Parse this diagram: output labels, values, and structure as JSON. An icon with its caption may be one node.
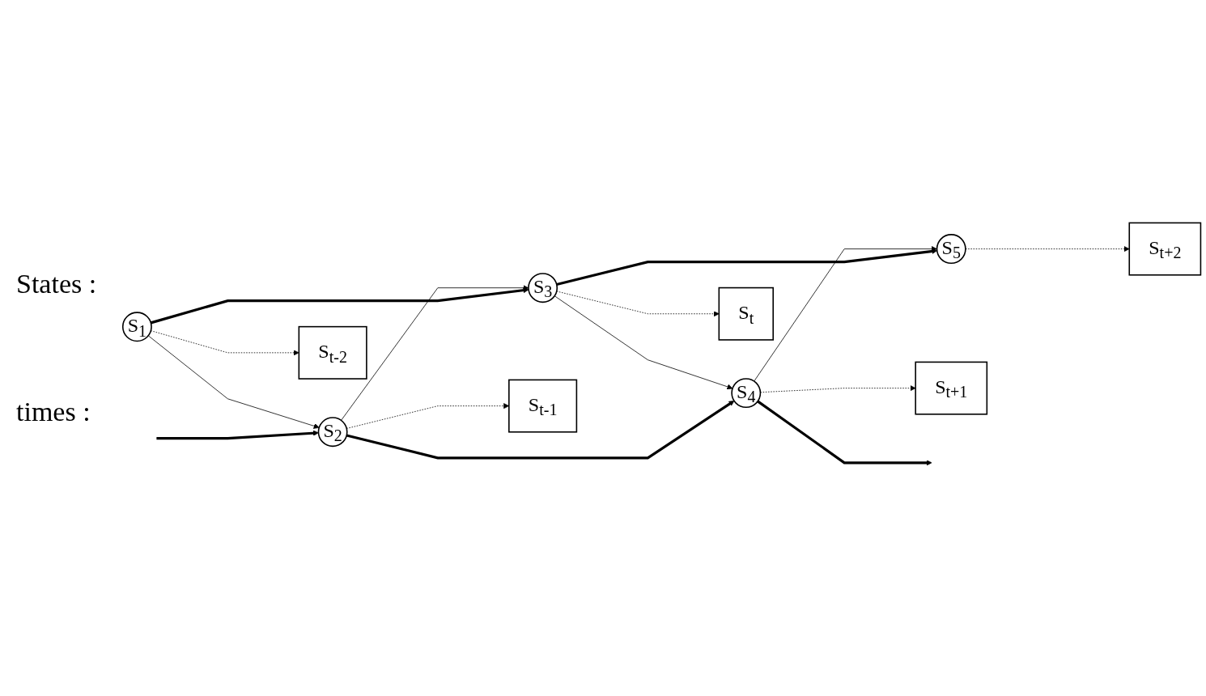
{
  "diagram": {
    "nodes": [
      {
        "text": [
          "S$_{1}$"
        ]
      },
      {
        "text": [
          "S$_{2}$"
        ]
      },
      {
        "text": [
          "S$_{3}$"
        ]
      },
      {
        "text": [
          "S$_{4}$"
        ]
      },
      {
        "text": [
          "S$_{5}$"
        ]
      },
      {
        "text": [
          "S$_{t-2}$"
        ]
      },
      {
        "text": [
          "S$_{t-1}$"
        ]
      },
      {
        "text": [
          "S$_{t}$"
        ]
      },
      {
        "text": [
          "S$_{t+1}$"
        ]
      },
      {
        "text": [
          "S$_{t+2}$"
        ]
      }
    ],
    "edges": [
      {
        "from": 0,
        "to": 1,
        "arrow": "to"
      },
      {
        "from": 1,
        "to": 2,
        "arrow": "to"
      },
      {
        "from": 2,
        "to": 3,
        "arrow": "to"
      },
      {
        "from": 3,
        "to": 4,
        "arrow": "to"
      },
      {
        "from": 0,
        "to": 5,
        "arrow": "to",
        "style": "dashed"
      },
      {
        "from": 1,
        "to": 6,
        "arrow": "to",
        "style": "dashed"
      },
      {
        "from": 2,
        "to": 7,
        "arrow": "to",
        "style": "dashed"
      },
      {
        "from": 3,
        "to": 8,
        "arrow": "to",
        "style": "dashed"
      },
      {
        "from": 4,
        "to": 9,
        "arrow": "to",
        "style": "dashed"
      },
      {
        "from": null,
        "to": 1,
        "arrow": "to",
        "style": "thick"
      },
      {
        "from": 0,
        "to": 2,
        "arrow": "to",
        "style": "thick"
      },
      {
        "from": 1,
        "to": 3,
        "arrow": "to",
        "style": "thick"
      },
      {
        "from": 2,
        "to": 4,
        "arrow": "to",
        "style": "thick"
      },
      {
        "from": 3,
        "to": null,
        "arrow": "to",
        "style": "thick"
      }
    ],
    "labels": [
      "States :",
      "times :"
    ]
  }
}
